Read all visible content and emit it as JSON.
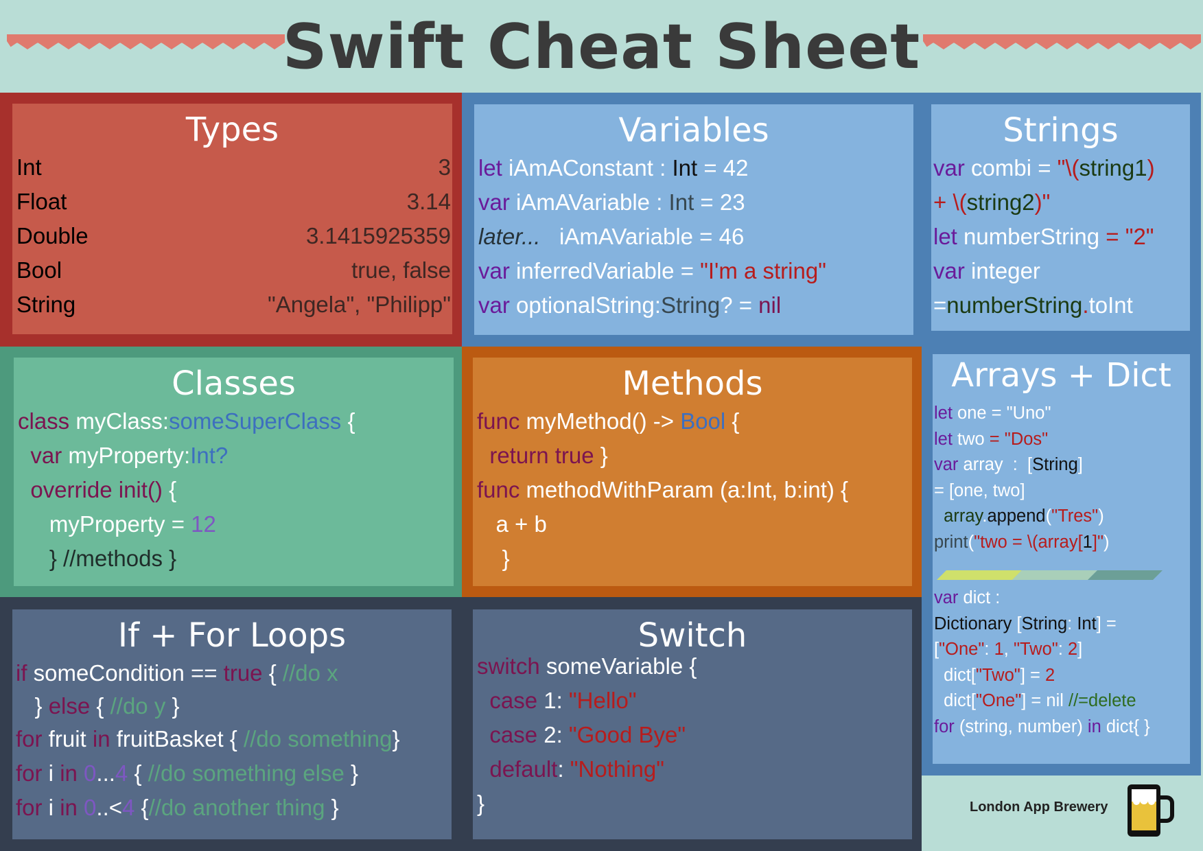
{
  "title": "Swift Cheat Sheet",
  "colors": {
    "background": "#b9ddd6",
    "types": "#c65a4b",
    "variables": "#85b3de",
    "strings": "#85b3de",
    "classes": "#6cba9a",
    "methods": "#d07e31",
    "loops": "#566a87",
    "switch": "#566a87",
    "arrays": "#85b3de",
    "zigzag": "#e07a6e"
  },
  "types": {
    "heading": "Types",
    "rows": [
      {
        "name": "Int",
        "value": "3"
      },
      {
        "name": "Float",
        "value": "3.14"
      },
      {
        "name": "Double",
        "value": "3.1415925359"
      },
      {
        "name": "Bool",
        "value": "true, false"
      },
      {
        "name": "String",
        "value": "\"Angela\",  \"Philipp\""
      }
    ]
  },
  "variables": {
    "heading": "Variables",
    "l1": [
      "let",
      " iAmAConstant : ",
      "Int",
      " = 42"
    ],
    "l2": [
      "var",
      " iAmAVariable : ",
      "Int",
      " = 23"
    ],
    "l3": [
      "later...",
      "   iAmAVariable = 46"
    ],
    "l4": [
      "var",
      " inferredVariable = ",
      "\"I'm a string\""
    ],
    "l5": [
      "var",
      " optionalString:",
      "String",
      "? = ",
      "nil"
    ]
  },
  "strings": {
    "heading": "Strings",
    "l1": [
      "var",
      " combi = ",
      "\"\\(",
      "string1",
      ")"
    ],
    "l2": [
      "+ \\(",
      "string2",
      ")\""
    ],
    "l3": [
      "let",
      " numberString ",
      "= \"2\""
    ],
    "l4": [
      "var",
      " integer"
    ],
    "l5": [
      "=",
      "numberString",
      ".",
      "toInt"
    ]
  },
  "classes": {
    "heading": "Classes",
    "l1": [
      "class",
      " myClass:",
      "someSuperClass",
      " {"
    ],
    "l2": [
      "  ",
      "var",
      " myProperty:",
      "Int?"
    ],
    "l3": [
      "  ",
      "override init()",
      " {"
    ],
    "l4": [
      "     myProperty = ",
      "12"
    ],
    "l5": [
      "     } //methods }"
    ]
  },
  "methods": {
    "heading": "Methods",
    "l1": [
      "func",
      " myMethod() -> ",
      "Bool",
      " {"
    ],
    "l2": [
      "  ",
      "return true",
      " }"
    ],
    "l3": [
      "func",
      " methodWithParam (a:Int, b:int) {"
    ],
    "l4": [
      "   a + b"
    ],
    "l5": [
      "    }"
    ]
  },
  "loops": {
    "heading": "If + For Loops",
    "l1": [
      "if",
      " someCondition == ",
      "true",
      " { ",
      "//do x"
    ],
    "l2": [
      "   } ",
      "else",
      " { ",
      "//do y",
      " }"
    ],
    "l3": [
      "for",
      " fruit ",
      "in",
      " fruitBasket { ",
      "//do something",
      "}"
    ],
    "l4": [
      "for",
      " i ",
      "in",
      " ",
      "0",
      "...",
      "4",
      " { ",
      "//do something else",
      " }"
    ],
    "l5": [
      "for",
      " i ",
      "in",
      " ",
      "0",
      "..<",
      "4",
      " {",
      "//do another thing",
      " }"
    ]
  },
  "switch": {
    "heading": "Switch",
    "l1": [
      "switch",
      " someVariable {"
    ],
    "l2": [
      "  ",
      "case",
      " 1: ",
      "\"Hello\""
    ],
    "l3": [
      "  ",
      "case",
      " 2: ",
      "\"Good Bye\""
    ],
    "l4": [
      "  ",
      "default",
      ": ",
      "\"Nothing\""
    ],
    "l5": [
      "}"
    ]
  },
  "arrays": {
    "heading": "Arrays + Dict",
    "a1": [
      "let",
      " one = \"Uno\""
    ],
    "a2": [
      "let",
      " two ",
      "= \"Dos\""
    ],
    "a3": [
      "var",
      " array  :  [",
      "String",
      "]"
    ],
    "a4": [
      "= [one, two]"
    ],
    "a5": [
      "  ",
      "array",
      ".",
      "append",
      "(",
      "\"Tres\"",
      ")"
    ],
    "a6": [
      "print",
      "(",
      "\"two = \\(",
      "array[",
      "1",
      "]",
      "\"",
      ")"
    ],
    "d1": [
      "var",
      " dict :"
    ],
    "d2": [
      "Dictionary",
      " [",
      "String",
      ": ",
      "Int",
      "] ="
    ],
    "d3": [
      "[",
      "\"One\"",
      ": ",
      "1",
      ", ",
      "\"Two\"",
      ": ",
      "2",
      "]"
    ],
    "d4": [
      "  dict[",
      "\"Two\"",
      "] = ",
      "2"
    ],
    "d5": [
      "  dict[",
      "\"One\"",
      "] = nil ",
      "//=delete"
    ],
    "d6": [
      "for",
      " (string, number) ",
      "in",
      " dict{ }"
    ]
  },
  "brand": "London App Brewery"
}
